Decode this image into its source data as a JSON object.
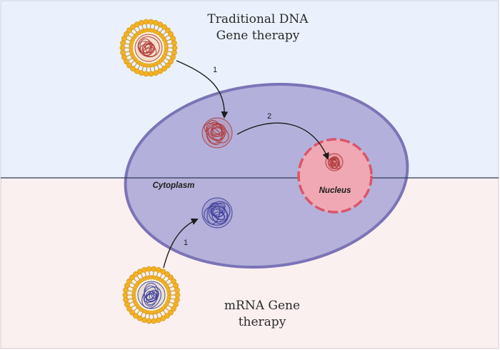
{
  "top_title": [
    "Traditional DNA",
    "Gene therapy"
  ],
  "bottom_title": [
    "mRNA Gene",
    "therapy"
  ],
  "labels": {
    "cytoplasm": "Cytoplasm",
    "nucleus": "Nucleus"
  },
  "arrows": {
    "dna_step1": "1",
    "dna_step2": "2",
    "mrna_step1": "1"
  },
  "colors": {
    "top_background": "#eaf1fc",
    "bottom_background": "#fbf0f0",
    "cell_fill": "#a9a6d6",
    "cell_stroke": "#7b74b6",
    "nucleus_fill": "#f0a9b4",
    "nucleus_stroke": "#d9566a",
    "lipid_head": "#f3b224",
    "dna_strand": "#b03a3a",
    "mrna_strand": "#3d3d9a"
  }
}
